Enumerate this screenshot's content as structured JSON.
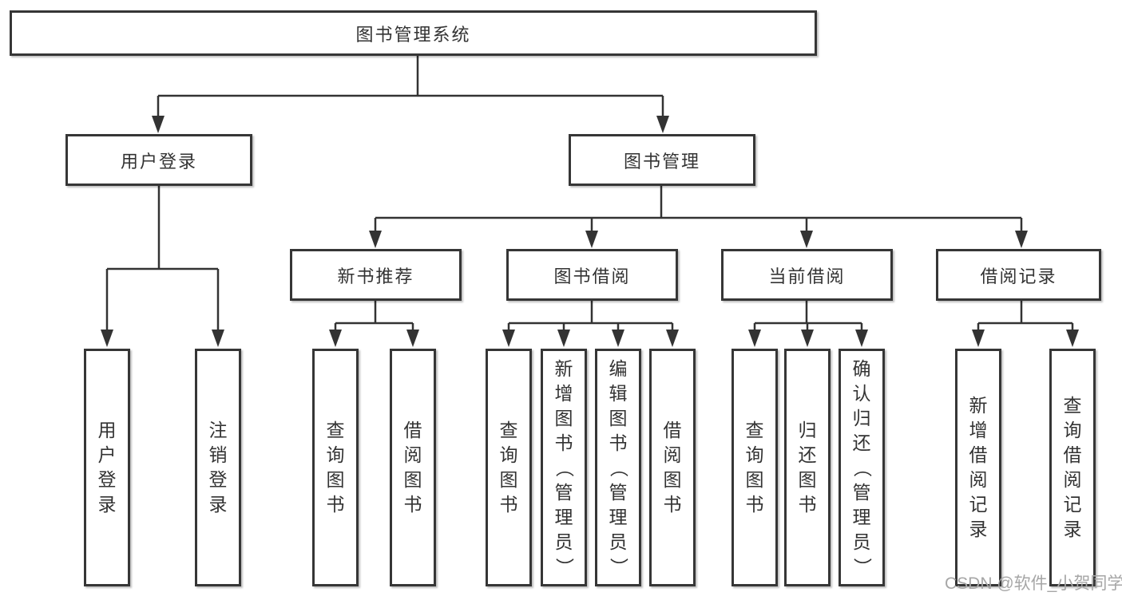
{
  "watermark": "CSDN @软件_小贺同学",
  "colors": {
    "line": "#333333",
    "box_border": "#363636",
    "box_fill": "#ffffff",
    "text": "#333333",
    "watermark": "#a6a6a6"
  },
  "tree": {
    "root": {
      "label": "图书管理系统"
    },
    "branches": [
      {
        "label": "用户登录",
        "children": [
          {
            "label": "用户登录"
          },
          {
            "label": "注销登录"
          }
        ]
      },
      {
        "label": "图书管理",
        "children": [
          {
            "label": "新书推荐",
            "children": [
              {
                "label": "查询图书"
              },
              {
                "label": "借阅图书"
              }
            ]
          },
          {
            "label": "图书借阅",
            "children": [
              {
                "label": "查询图书"
              },
              {
                "label": "新增图书（管理员）"
              },
              {
                "label": "编辑图书（管理员）"
              },
              {
                "label": "借阅图书"
              }
            ]
          },
          {
            "label": "当前借阅",
            "children": [
              {
                "label": "查询图书"
              },
              {
                "label": "归还图书"
              },
              {
                "label": "确认归还（管理员）"
              }
            ]
          },
          {
            "label": "借阅记录",
            "children": [
              {
                "label": "新增借阅记录"
              },
              {
                "label": "查询借阅记录"
              }
            ]
          }
        ]
      }
    ]
  }
}
